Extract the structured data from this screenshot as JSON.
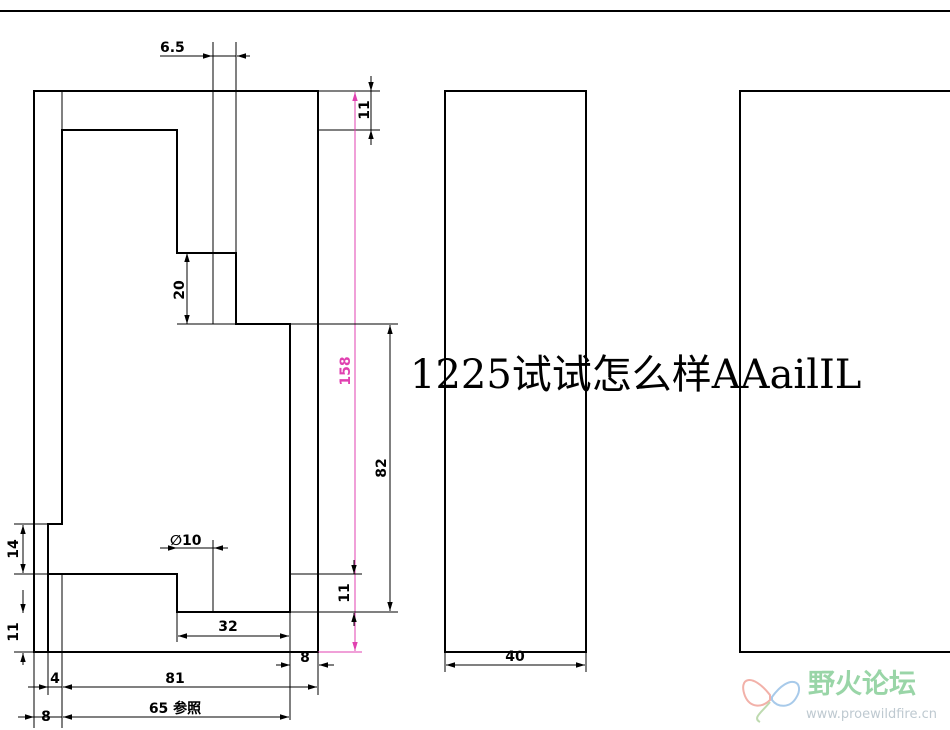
{
  "drawing": {
    "dimensions": {
      "d_6_5": "6.5",
      "d_11_top": "11",
      "d_20": "20",
      "d_158": "158",
      "d_82": "82",
      "d_14": "14",
      "d_phi10": "∅10",
      "d_11_right": "11",
      "d_11_left": "11",
      "d_32": "32",
      "d_8_right": "8",
      "d_4": "4",
      "d_81": "81",
      "d_8_left": "8",
      "d_65": "65 参照",
      "d_40": "40"
    },
    "overlay_text": "1225试试怎么样AAailIL"
  },
  "watermark": {
    "title": "野火论坛",
    "url": "www.proewildfire.cn"
  },
  "colors": {
    "line": "#000000",
    "dimension_highlight": "#e040b0",
    "watermark_green": "#8fd19e"
  }
}
